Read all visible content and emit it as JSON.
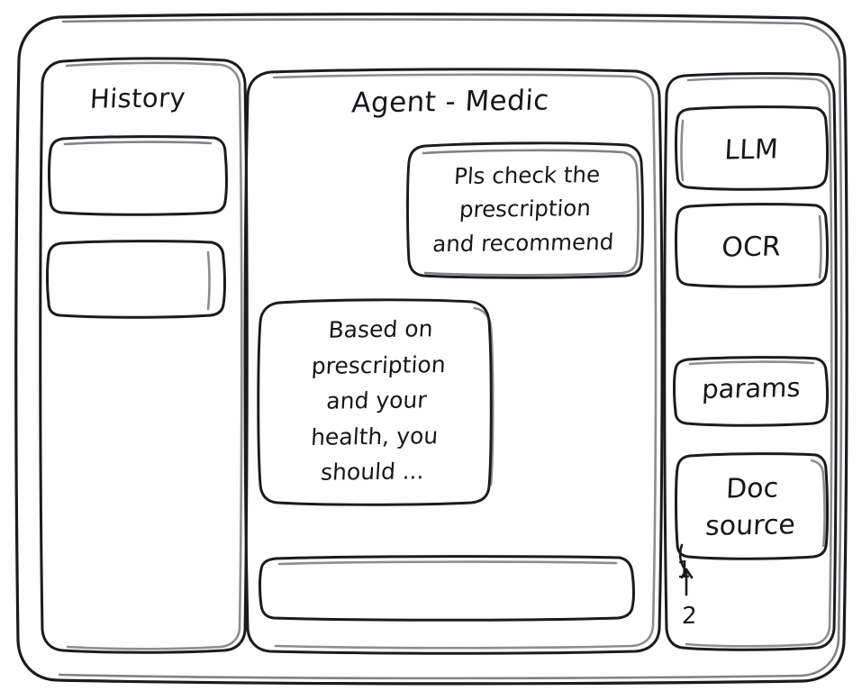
{
  "window": {
    "style": "hand-drawn-wireframe",
    "ink_color": "#1b1b1f",
    "background_color": "#ffffff"
  },
  "sidebar_left": {
    "title": "History",
    "items": [
      {
        "label": "",
        "index": 1
      },
      {
        "label": "",
        "index": 2
      }
    ]
  },
  "main": {
    "title": "Agent - Medic",
    "messages": [
      {
        "role": "user",
        "align": "right",
        "lines": [
          "Pls check the",
          "prescription",
          "and recommend"
        ],
        "text": "Pls check the prescription and recommend"
      },
      {
        "role": "assistant",
        "align": "left",
        "lines": [
          "Based on",
          "prescription",
          "and your",
          "health, you",
          "should ..."
        ],
        "text": "Based on prescription and your health, you should ..."
      }
    ],
    "composer": {
      "value": "",
      "placeholder": ""
    }
  },
  "sidebar_right": {
    "cards": [
      {
        "label": "LLM",
        "name": "llm"
      },
      {
        "label": "OCR",
        "name": "ocr"
      },
      {
        "label": "params",
        "name": "params"
      },
      {
        "label": "Doc source",
        "name": "doc-source"
      }
    ],
    "source_list": [
      {
        "label": "1"
      },
      {
        "label": "2"
      }
    ]
  }
}
